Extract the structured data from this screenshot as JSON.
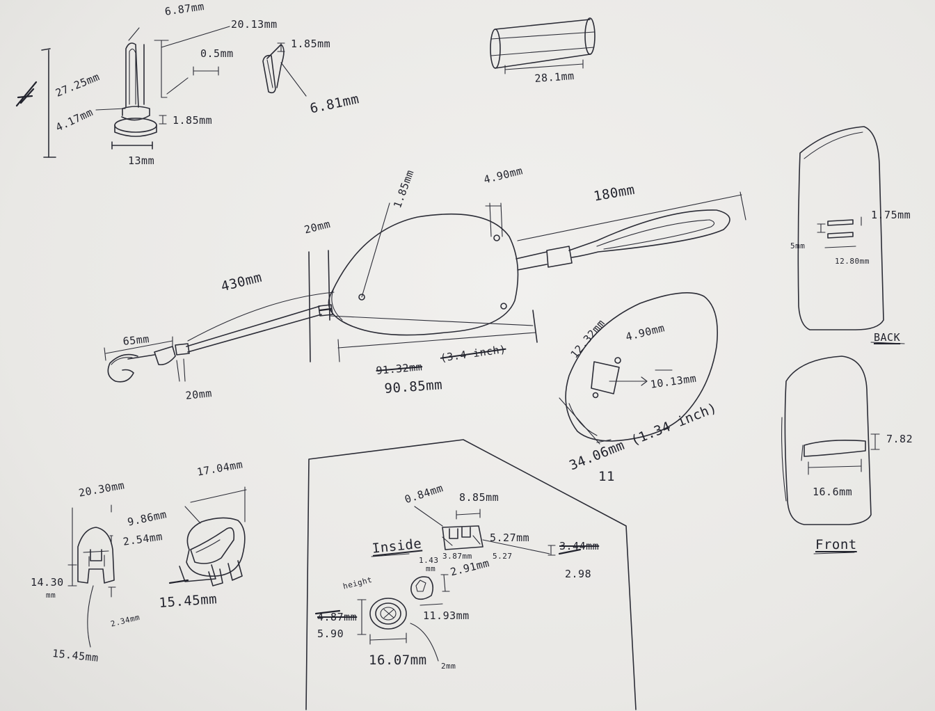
{
  "sketch": {
    "top_left_part": {
      "dim_height": "27.25mm",
      "dim_width_top": "6.87mm",
      "dim_extension": "20.13mm",
      "dim_gap": "0.5mm",
      "dim_stem": "4.17mm",
      "dim_base_height": "1.85mm",
      "dim_base_width": "13mm"
    },
    "small_clip": {
      "dim_thickness": "1.85mm",
      "dim_length": "6.81mm"
    },
    "rod": {
      "dim_length": "28.1mm"
    },
    "main_assembly": {
      "dim_pivot_dia": "1.85mm",
      "dim_hole_offset": "4.90mm",
      "dim_collar": "20mm",
      "dim_shaft_length": "430mm",
      "dim_handle_length": "180mm",
      "dim_hook_length": "65mm",
      "dim_ferrule": "20mm",
      "dim_body_old": "91.32mm",
      "dim_body_old_inch": "(3.4 inch)",
      "dim_body_new": "90.85mm"
    },
    "side_view": {
      "dim_slot_width": "12.32mm",
      "dim_slot_hole": "4.90mm",
      "dim_slot_depth": "10.13mm",
      "dim_thickness": "34.06mm (1.34 inch)",
      "mark_below": "11"
    },
    "back_view": {
      "dim_slot_height": "1.75mm",
      "dim_spacing": "5mm",
      "dim_slot_width": "12.80mm",
      "title": "BACK"
    },
    "front_view": {
      "dim_window_height": "7.82",
      "dim_window_width": "16.6mm",
      "title": "Front"
    },
    "clip_parts": {
      "dim_width": "20.30mm",
      "dim_top": "9.86mm",
      "dim_neck": "2.54mm",
      "dim_height": "14.30",
      "dim_height_unit": "mm",
      "dim_foot": "2.34mm",
      "dim_base": "15.45mm",
      "dim_depth": "17.04mm",
      "dim_base_right": "15.45mm"
    },
    "inside_panel": {
      "title": "Inside",
      "dim_thin": "0.84mm",
      "dim_block_width": "8.85mm",
      "dim_slot_a": "3.87mm",
      "dim_slot_b": "5.27",
      "dim_block_len": "5.27mm",
      "dim_right_old": "3.44mm",
      "dim_right_new": "2.98",
      "dim_knob_top": "1.43",
      "dim_knob_top_unit": "mm",
      "dim_knob_h": "2.91mm",
      "dim_knob_w": "11.93mm",
      "label_height": "height",
      "dim_height_old": "4.87mm",
      "dim_height_new": "5.90",
      "dim_base_dia": "16.07mm",
      "dim_wall": "2mm"
    }
  }
}
